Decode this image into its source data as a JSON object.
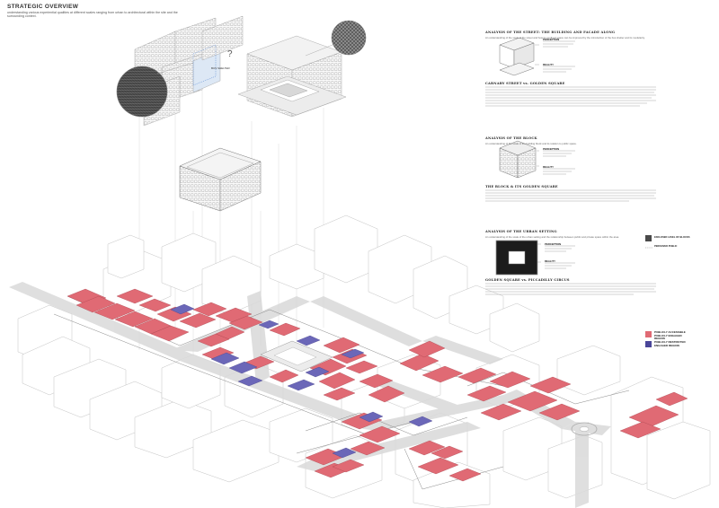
{
  "header": {
    "title": "STRATEGIC OVERVIEW",
    "subtitle": "understanding various experiential qualities at different scales ranging from urban to architectural within the site and the surrounding context."
  },
  "axon": {
    "callout_label": "BUS SHELTER",
    "question_mark": "?"
  },
  "analysis": [
    {
      "title": "ANALYSIS OF THE STREET: THE BUILDING AND FACADE ALONG",
      "subtitle": "An understanding of the scale of the street and how its confined space can be improved by the introduction of the bus shelter and its modularity.",
      "perception_label": "PERCEPTION",
      "reality_label": "REALITY",
      "comparison_title": "CARNABY STREET vs. GOLDEN SQUARE"
    },
    {
      "title": "ANALYSIS OF THE BLOCK",
      "subtitle": "An understanding of the scale of the building block and its relation to public space.",
      "perception_label": "PERCEPTION",
      "reality_label": "REALITY",
      "comparison_title": "THE BLOCK & ITS GOLDEN SQUARE"
    },
    {
      "title": "ANALYSIS OF THE URBAN SETTING",
      "subtitle": "An understanding of the scale of the urban setting and the relationship between public and private space within the area.",
      "perception_label": "PERCEPTION",
      "reality_label": "REALITY",
      "comparison_title": "GOLDEN SQUARE vs. PICCADILLY CIRCUS"
    }
  ],
  "legend": {
    "urban_key": "ENCLOSED LEVEL OF BLOCKS",
    "urban_key_2": "PERCEIVED PUBLIC",
    "public_accessible": "PUBLICLY ACCESSIBLE PUBLICLY ENGAGED REGION",
    "public_restricted": "PUBLICLY RESTRICTED ENGAGED REGION",
    "colors": {
      "accessible": "#e06a74",
      "restricted": "#6b67b8",
      "urban_key": "#4a4a4a"
    }
  }
}
